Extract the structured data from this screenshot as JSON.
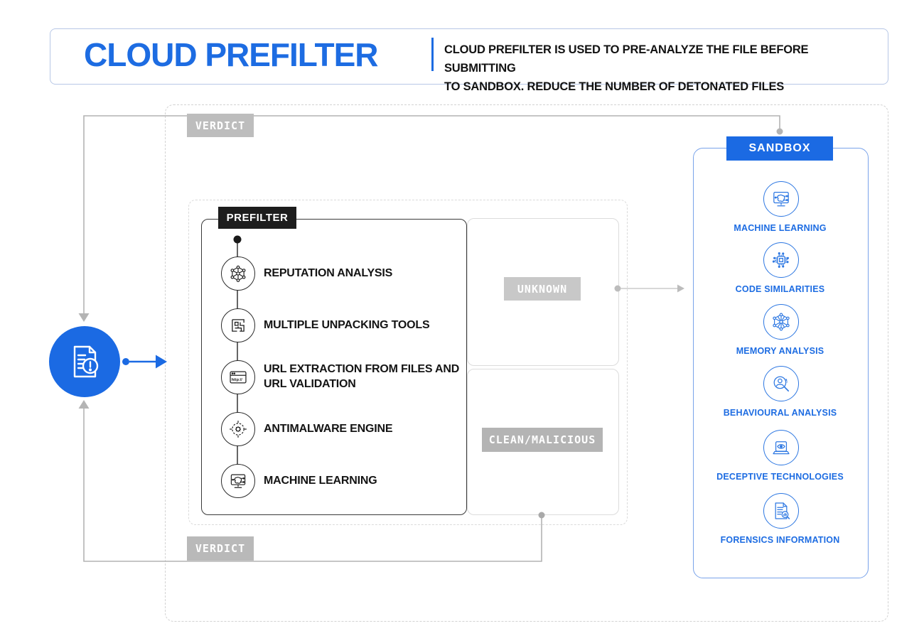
{
  "header": {
    "title": "CLOUD PREFILTER",
    "description": {
      "line1": "CLOUD PREFILTER IS USED TO PRE-ANALYZE THE FILE BEFORE SUBMITTING",
      "line2": "TO SANDBOX. REDUCE THE NUMBER OF DETONATED FILES"
    }
  },
  "labels": {
    "verdict": "VERDICT",
    "prefilter": "PREFILTER",
    "sandbox": "SANDBOX",
    "unknown": "UNKNOWN",
    "clean_malicious": "CLEAN/MALICIOUS"
  },
  "input": {
    "icon": "document-alert-icon"
  },
  "prefilter_items": [
    {
      "icon": "reputation-network-icon",
      "label": "REPUTATION ANALYSIS"
    },
    {
      "icon": "unpacking-maze-icon",
      "label": "MULTIPLE UNPACKING TOOLS"
    },
    {
      "icon": "browser-url-icon",
      "label": "URL EXTRACTION FROM FILES AND URL VALIDATION"
    },
    {
      "icon": "antimalware-scan-icon",
      "label": "ANTIMALWARE ENGINE"
    },
    {
      "icon": "machine-learning-icon",
      "label": "MACHINE LEARNING"
    }
  ],
  "sandbox_items": [
    {
      "icon": "machine-learning-icon",
      "label": "MACHINE LEARNING"
    },
    {
      "icon": "code-chip-icon",
      "label": "CODE SIMILARITIES"
    },
    {
      "icon": "memory-network-icon",
      "label": "MEMORY ANALYSIS"
    },
    {
      "icon": "behaviour-magnifier-icon",
      "label": "BEHAVIOURAL ANALYSIS"
    },
    {
      "icon": "deceptive-laptop-eye-icon",
      "label": "DECEPTIVE TECHNOLOGIES"
    },
    {
      "icon": "forensics-document-icon",
      "label": "FORENSICS INFORMATION"
    }
  ],
  "colors": {
    "accent_blue": "#1b6ae3",
    "accent_text_blue": "#1d6ce2",
    "sandbox_border_blue": "#79a3ea",
    "gray_label": "#bdbdbd",
    "line_gray": "#b4b4b4",
    "dark_label": "#1d1d1d"
  }
}
